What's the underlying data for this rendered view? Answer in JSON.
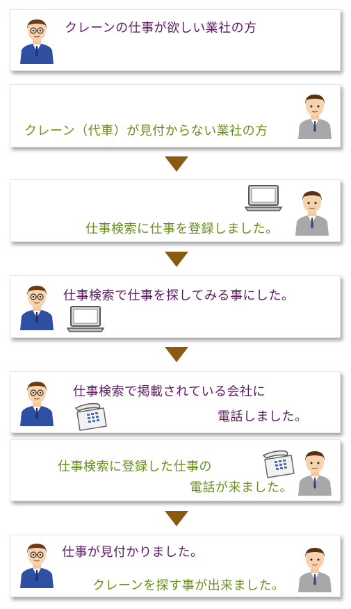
{
  "colors": {
    "purple_text": "#5c1a63",
    "green_text": "#6a8f1c",
    "arrow": "#8a5a10",
    "suit_blue": "#2f4fa3",
    "suit_gray": "#a8a8a8"
  },
  "panels": [
    {
      "lines": [
        "クレーンの仕事が欲しい業社の方"
      ]
    },
    {
      "lines": [
        "クレーン（代車）が見付からない業社の方"
      ]
    },
    {
      "lines": [
        "仕事検索に仕事を登録しました。"
      ]
    },
    {
      "lines": [
        "仕事検索で仕事を探してみる事にした。"
      ]
    },
    {
      "lines": [
        "仕事検索で掲載されている会社に",
        "電話しました。"
      ]
    },
    {
      "lines": [
        "仕事検索に登録した仕事の",
        "電話が来ました。"
      ]
    },
    {
      "lines": [
        "仕事が見付かりました。",
        "クレーンを探す事が出来ました。"
      ]
    }
  ],
  "icons": {
    "arrow": "down-triangle-icon",
    "blue_worker": "worker-blue-suit-icon",
    "gray_worker": "worker-gray-suit-icon",
    "laptop": "laptop-icon",
    "phone": "office-phone-icon"
  }
}
